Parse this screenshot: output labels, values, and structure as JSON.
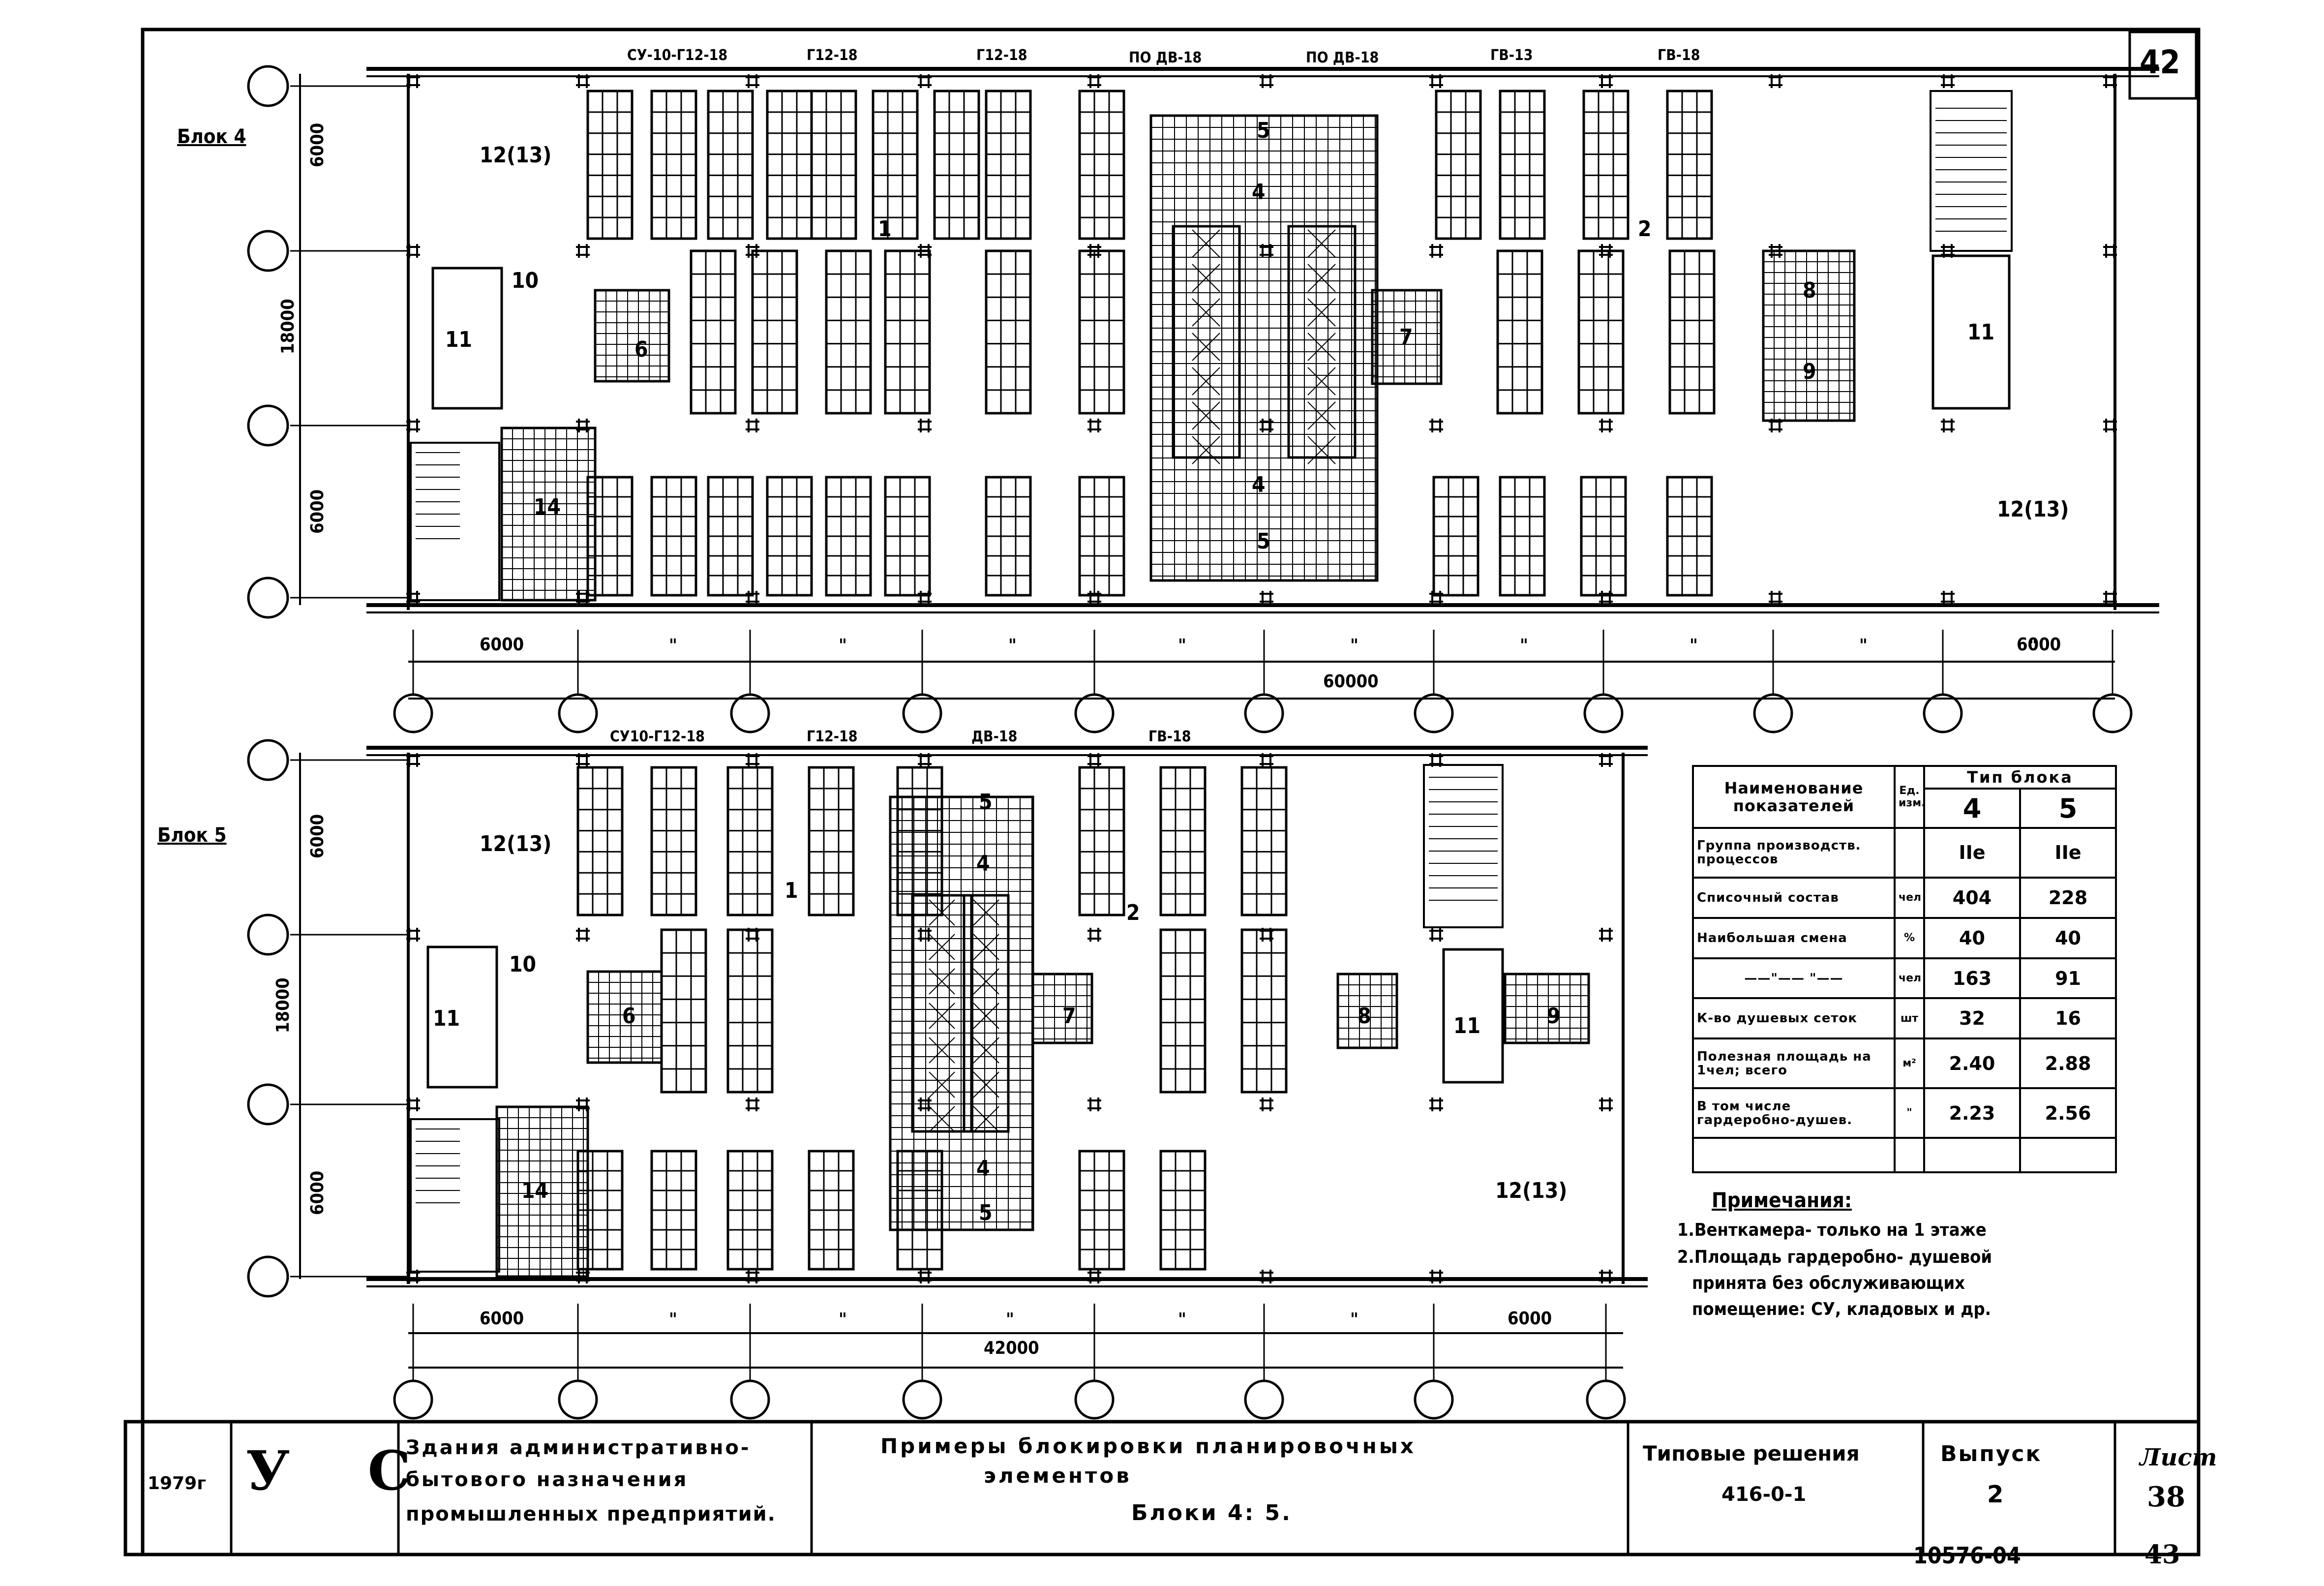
{
  "sheet_marks": {
    "corner_number": "42",
    "sheet_total": "43",
    "archive_code": "10576-04"
  },
  "block4": {
    "title": "Блок 4",
    "top_labels": [
      "СУ-10-Г12-18",
      "Г12-18",
      "Г12-18",
      "ПО ДВ-18",
      "ПО ДВ-18",
      "ГВ-13",
      "ГВ-18"
    ],
    "zones": [
      "1",
      "2"
    ],
    "rooms": [
      "12(13)",
      "11",
      "10",
      "6",
      "14",
      "4",
      "5",
      "7",
      "8",
      "9",
      "11",
      "12(13)",
      "4",
      "5"
    ],
    "dims_vertical": [
      "6000",
      "18000",
      "6000"
    ],
    "dims_horizontal": [
      "6000",
      "\"",
      "\"",
      "\"",
      "\"",
      "\"",
      "\"",
      "\"",
      "\"",
      "\"",
      "6000"
    ],
    "dim_total": "60000"
  },
  "block5": {
    "title": "Блок 5",
    "top_labels": [
      "СУ10-Г12-18",
      "Г12-18",
      "ДВ-18",
      "ГВ-18"
    ],
    "zones": [
      "1",
      "2"
    ],
    "rooms": [
      "12(13)",
      "11",
      "10",
      "6",
      "14",
      "5",
      "4",
      "4",
      "5",
      "7",
      "8",
      "11",
      "9",
      "12(13)"
    ],
    "dims_vertical": [
      "6000",
      "18000",
      "6000"
    ],
    "dims_horizontal": [
      "6000",
      "\"",
      "\"",
      "\"",
      "\"",
      "\"",
      "6000"
    ],
    "dim_total": "42000"
  },
  "indicators": {
    "header_name": "Наименование показателей",
    "header_unit": "Ед. изм.",
    "header_type": "Тип блока",
    "types": [
      "4",
      "5"
    ],
    "rows": [
      {
        "name": "Группа производств. процессов",
        "unit": "",
        "v4": "IIе",
        "v5": "IIе"
      },
      {
        "name": "Списочный состав",
        "unit": "чел",
        "v4": "404",
        "v5": "228"
      },
      {
        "name": "Наибольшая смена",
        "unit": "%",
        "v4": "40",
        "v5": "40"
      },
      {
        "name": "——\"—— \"——",
        "unit": "чел",
        "v4": "163",
        "v5": "91"
      },
      {
        "name": "К-во душевых сеток",
        "unit": "шт",
        "v4": "32",
        "v5": "16"
      },
      {
        "name": "Полезная площадь на 1чел; всего",
        "unit": "м²",
        "v4": "2.40",
        "v5": "2.88"
      },
      {
        "name": "В том числе гардеробно-душев.",
        "unit": "\"",
        "v4": "2.23",
        "v5": "2.56"
      }
    ]
  },
  "notes": {
    "title": "Примечания:",
    "items": [
      "1.Венткамера- только на 1 этаже",
      "2.Площадь гардеробно- душевой",
      "принята без обслуживающих",
      "помещение: СУ, кладовых и др."
    ]
  },
  "title_block": {
    "year": "1979г",
    "org_mark": "У  С",
    "building_lines": [
      "Здания административно-",
      "бытового назначения",
      "промышленных предприятий."
    ],
    "sheet_title_lines": [
      "Примеры блокировки планировочных",
      "элементов"
    ],
    "sheet_subtitle": "Блоки 4: 5.",
    "series_label": "Типовые решения",
    "series_code": "416-0-1",
    "issue_label": "Выпуск",
    "issue_value": "2",
    "sheet_label": "Лист",
    "sheet_value": "38"
  }
}
